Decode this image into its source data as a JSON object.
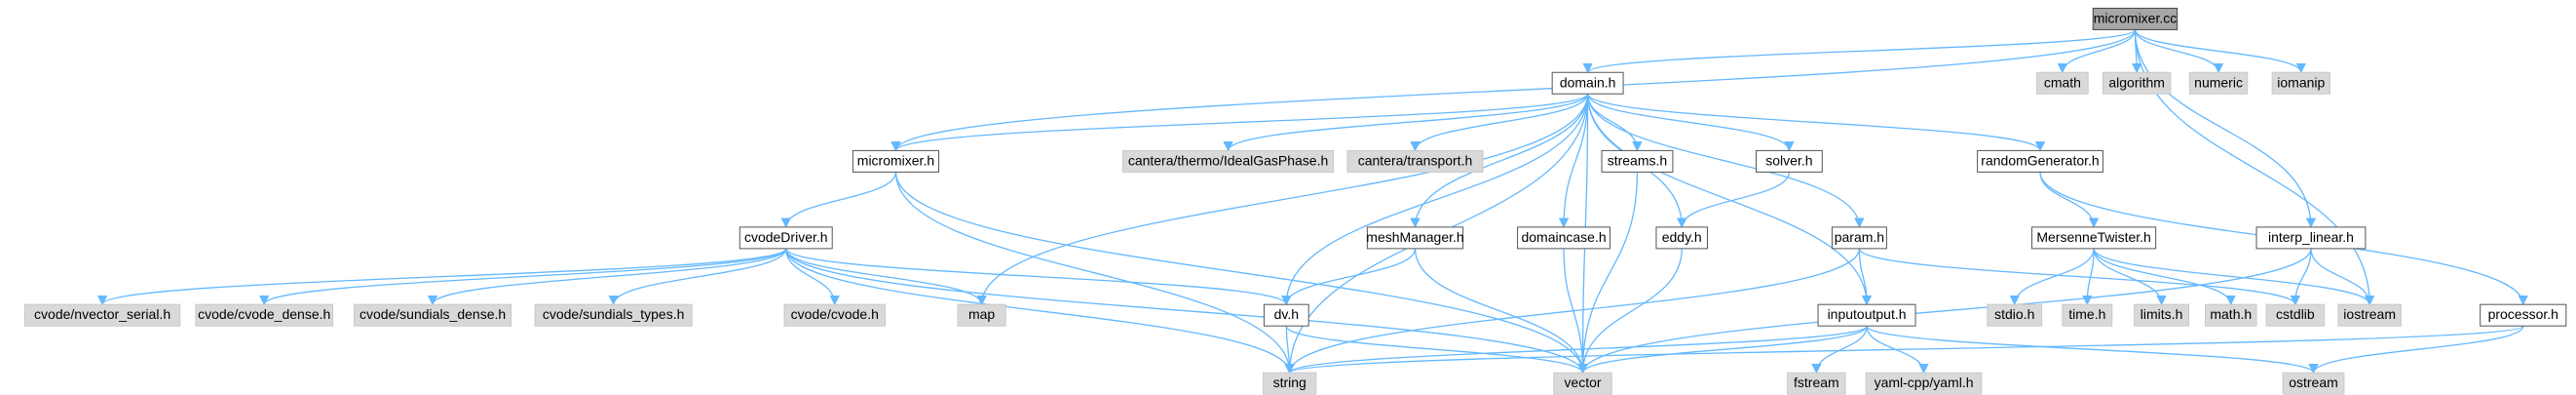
{
  "diagram": {
    "type": "include-dependency-graph",
    "root": "micromixer.cc",
    "edge_color": "#63b8ff",
    "node_styles": {
      "root": {
        "fill": "#a6a6a6"
      },
      "project": {
        "fill": "#ffffff"
      },
      "system": {
        "fill": "#d9d9d9"
      }
    },
    "nodes": [
      {
        "id": "micromixer_cc",
        "label": "micromixer.cc",
        "kind": "root"
      },
      {
        "id": "cmath",
        "label": "cmath",
        "kind": "system"
      },
      {
        "id": "algorithm",
        "label": "algorithm",
        "kind": "system"
      },
      {
        "id": "numeric",
        "label": "numeric",
        "kind": "system"
      },
      {
        "id": "iomanip",
        "label": "iomanip",
        "kind": "system"
      },
      {
        "id": "domain_h",
        "label": "domain.h",
        "kind": "project"
      },
      {
        "id": "micromixer_h",
        "label": "micromixer.h",
        "kind": "project"
      },
      {
        "id": "ideal_gas",
        "label": "cantera/thermo/IdealGasPhase.h",
        "kind": "system"
      },
      {
        "id": "transport",
        "label": "cantera/transport.h",
        "kind": "system"
      },
      {
        "id": "streams_h",
        "label": "streams.h",
        "kind": "project"
      },
      {
        "id": "solver_h",
        "label": "solver.h",
        "kind": "project"
      },
      {
        "id": "random_h",
        "label": "randomGenerator.h",
        "kind": "project"
      },
      {
        "id": "cvode_driver",
        "label": "cvodeDriver.h",
        "kind": "project"
      },
      {
        "id": "mesh_h",
        "label": "meshManager.h",
        "kind": "project"
      },
      {
        "id": "domaincase_h",
        "label": "domaincase.h",
        "kind": "project"
      },
      {
        "id": "eddy_h",
        "label": "eddy.h",
        "kind": "project"
      },
      {
        "id": "param_h",
        "label": "param.h",
        "kind": "project"
      },
      {
        "id": "mersenne_h",
        "label": "MersenneTwister.h",
        "kind": "project"
      },
      {
        "id": "interp_h",
        "label": "interp_linear.h",
        "kind": "project"
      },
      {
        "id": "nvector",
        "label": "cvode/nvector_serial.h",
        "kind": "system"
      },
      {
        "id": "cvode_dense",
        "label": "cvode/cvode_dense.h",
        "kind": "system"
      },
      {
        "id": "sundials_dense",
        "label": "cvode/sundials_dense.h",
        "kind": "system"
      },
      {
        "id": "sundials_types",
        "label": "cvode/sundials_types.h",
        "kind": "system"
      },
      {
        "id": "cvode_cvode",
        "label": "cvode/cvode.h",
        "kind": "system"
      },
      {
        "id": "map",
        "label": "map",
        "kind": "system"
      },
      {
        "id": "dv_h",
        "label": "dv.h",
        "kind": "project"
      },
      {
        "id": "inout_h",
        "label": "inputoutput.h",
        "kind": "project"
      },
      {
        "id": "stdio",
        "label": "stdio.h",
        "kind": "system"
      },
      {
        "id": "time",
        "label": "time.h",
        "kind": "system"
      },
      {
        "id": "limits",
        "label": "limits.h",
        "kind": "system"
      },
      {
        "id": "math",
        "label": "math.h",
        "kind": "system"
      },
      {
        "id": "cstdlib",
        "label": "cstdlib",
        "kind": "system"
      },
      {
        "id": "iostream",
        "label": "iostream",
        "kind": "system"
      },
      {
        "id": "processor_h",
        "label": "processor.h",
        "kind": "project"
      },
      {
        "id": "string",
        "label": "string",
        "kind": "system"
      },
      {
        "id": "vector",
        "label": "vector",
        "kind": "system"
      },
      {
        "id": "fstream",
        "label": "fstream",
        "kind": "system"
      },
      {
        "id": "yaml",
        "label": "yaml-cpp/yaml.h",
        "kind": "system"
      },
      {
        "id": "ostream",
        "label": "ostream",
        "kind": "system"
      }
    ],
    "edges": [
      [
        "micromixer_cc",
        "cmath"
      ],
      [
        "micromixer_cc",
        "algorithm"
      ],
      [
        "micromixer_cc",
        "numeric"
      ],
      [
        "micromixer_cc",
        "iomanip"
      ],
      [
        "micromixer_cc",
        "domain_h"
      ],
      [
        "micromixer_cc",
        "micromixer_h"
      ],
      [
        "micromixer_cc",
        "interp_h"
      ],
      [
        "micromixer_cc",
        "iostream"
      ],
      [
        "domain_h",
        "micromixer_h"
      ],
      [
        "domain_h",
        "ideal_gas"
      ],
      [
        "domain_h",
        "transport"
      ],
      [
        "domain_h",
        "streams_h"
      ],
      [
        "domain_h",
        "solver_h"
      ],
      [
        "domain_h",
        "random_h"
      ],
      [
        "domain_h",
        "mesh_h"
      ],
      [
        "domain_h",
        "domaincase_h"
      ],
      [
        "domain_h",
        "eddy_h"
      ],
      [
        "domain_h",
        "param_h"
      ],
      [
        "domain_h",
        "map"
      ],
      [
        "domain_h",
        "dv_h"
      ],
      [
        "domain_h",
        "string"
      ],
      [
        "domain_h",
        "vector"
      ],
      [
        "domain_h",
        "inout_h"
      ],
      [
        "micromixer_h",
        "cvode_driver"
      ],
      [
        "micromixer_h",
        "string"
      ],
      [
        "micromixer_h",
        "vector"
      ],
      [
        "cvode_driver",
        "nvector"
      ],
      [
        "cvode_driver",
        "cvode_dense"
      ],
      [
        "cvode_driver",
        "sundials_dense"
      ],
      [
        "cvode_driver",
        "sundials_types"
      ],
      [
        "cvode_driver",
        "cvode_cvode"
      ],
      [
        "cvode_driver",
        "map"
      ],
      [
        "cvode_driver",
        "dv_h"
      ],
      [
        "cvode_driver",
        "string"
      ],
      [
        "cvode_driver",
        "vector"
      ],
      [
        "mesh_h",
        "dv_h"
      ],
      [
        "mesh_h",
        "vector"
      ],
      [
        "streams_h",
        "vector"
      ],
      [
        "domaincase_h",
        "vector"
      ],
      [
        "solver_h",
        "eddy_h"
      ],
      [
        "eddy_h",
        "vector"
      ],
      [
        "param_h",
        "inout_h"
      ],
      [
        "param_h",
        "string"
      ],
      [
        "param_h",
        "cstdlib"
      ],
      [
        "random_h",
        "mersenne_h"
      ],
      [
        "random_h",
        "processor_h"
      ],
      [
        "mersenne_h",
        "stdio"
      ],
      [
        "mersenne_h",
        "time"
      ],
      [
        "mersenne_h",
        "limits"
      ],
      [
        "mersenne_h",
        "math"
      ],
      [
        "mersenne_h",
        "iostream"
      ],
      [
        "interp_h",
        "cstdlib"
      ],
      [
        "interp_h",
        "iostream"
      ],
      [
        "interp_h",
        "vector"
      ],
      [
        "dv_h",
        "string"
      ],
      [
        "dv_h",
        "vector"
      ],
      [
        "inout_h",
        "string"
      ],
      [
        "inout_h",
        "vector"
      ],
      [
        "inout_h",
        "fstream"
      ],
      [
        "inout_h",
        "yaml"
      ],
      [
        "inout_h",
        "ostream"
      ],
      [
        "processor_h",
        "ostream"
      ],
      [
        "processor_h",
        "string"
      ]
    ]
  }
}
